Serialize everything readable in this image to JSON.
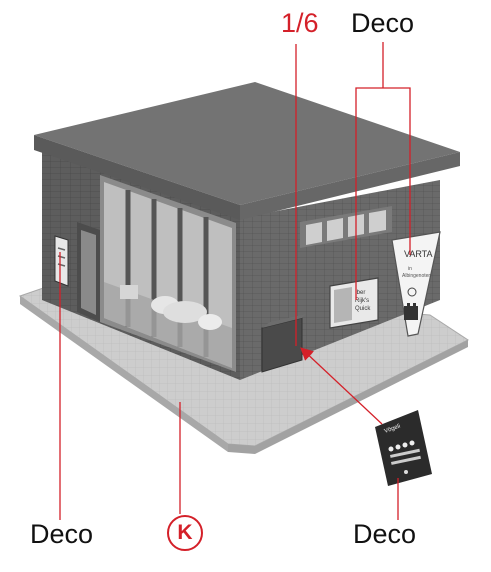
{
  "labels": {
    "part_number": "1/6",
    "deco_top": "Deco",
    "deco_left": "Deco",
    "deco_right": "Deco",
    "part_letter": "K"
  },
  "signs": {
    "left_sign": "Iber\nRijk's\nQuick",
    "right_sign_brand": "VARTA",
    "right_sign_subtitle": "in\nAlbingenoten",
    "decal_sheet_brand": "Vögeli"
  },
  "colors": {
    "accent_red": "#d42029",
    "roof": "#6f6f6f",
    "wall": "#5f5f5f",
    "base_plate": "#c9c9c9",
    "leader_line": "#d42029"
  },
  "icons": [
    "battery-icon"
  ]
}
